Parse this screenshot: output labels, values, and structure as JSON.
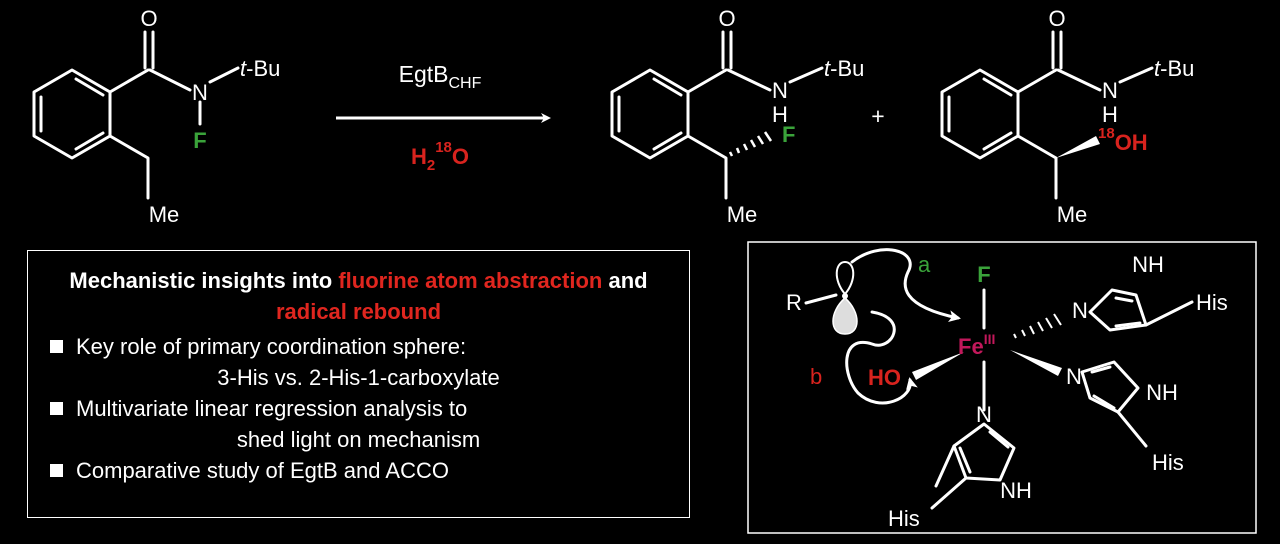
{
  "reactant": {
    "carbonyl_o": "O",
    "n": "N",
    "tbu_prefix": "t",
    "tbu_suffix": "-Bu",
    "f": "F",
    "me": "Me"
  },
  "reaction": {
    "catalyst_main": "EgtB",
    "catalyst_sub": "CHF",
    "reagent_h": "H",
    "reagent_sub": "2",
    "reagent_sup": "18",
    "reagent_o": "O"
  },
  "product_fluoride": {
    "carbonyl_o": "O",
    "n": "N",
    "h": "H",
    "tbu_prefix": "t",
    "tbu_suffix": "-Bu",
    "f": "F",
    "me": "Me"
  },
  "plus_sign": "+",
  "product_alcohol": {
    "carbonyl_o": "O",
    "n": "N",
    "h": "H",
    "tbu_prefix": "t",
    "tbu_suffix": "-Bu",
    "oh_sup": "18",
    "oh": "OH",
    "me": "Me"
  },
  "insights": {
    "head_part1": "Mechanistic insights into ",
    "head_part2": "fluorine atom abstraction",
    "head_part3": " and ",
    "head_part4": "radical rebound",
    "bullets": [
      {
        "line1": "Key role of primary coordination sphere:",
        "line2": "3-His vs. 2-His-1-carboxylate"
      },
      {
        "line1": "Multivariate linear regression analysis to",
        "line2": "shed light on mechanism"
      },
      {
        "line1": "Comparative study of EgtB and ACCO",
        "line2": ""
      }
    ]
  },
  "mechanism": {
    "r_label": "R",
    "path_a": "a",
    "path_b": "b",
    "f": "F",
    "fe": "Fe",
    "fe_ox": "III",
    "ho": "HO",
    "nh": "NH",
    "n": "N",
    "his": "His"
  },
  "colors": {
    "red": "#d8231e",
    "green": "#3aa33a",
    "magenta": "#c2185b"
  }
}
